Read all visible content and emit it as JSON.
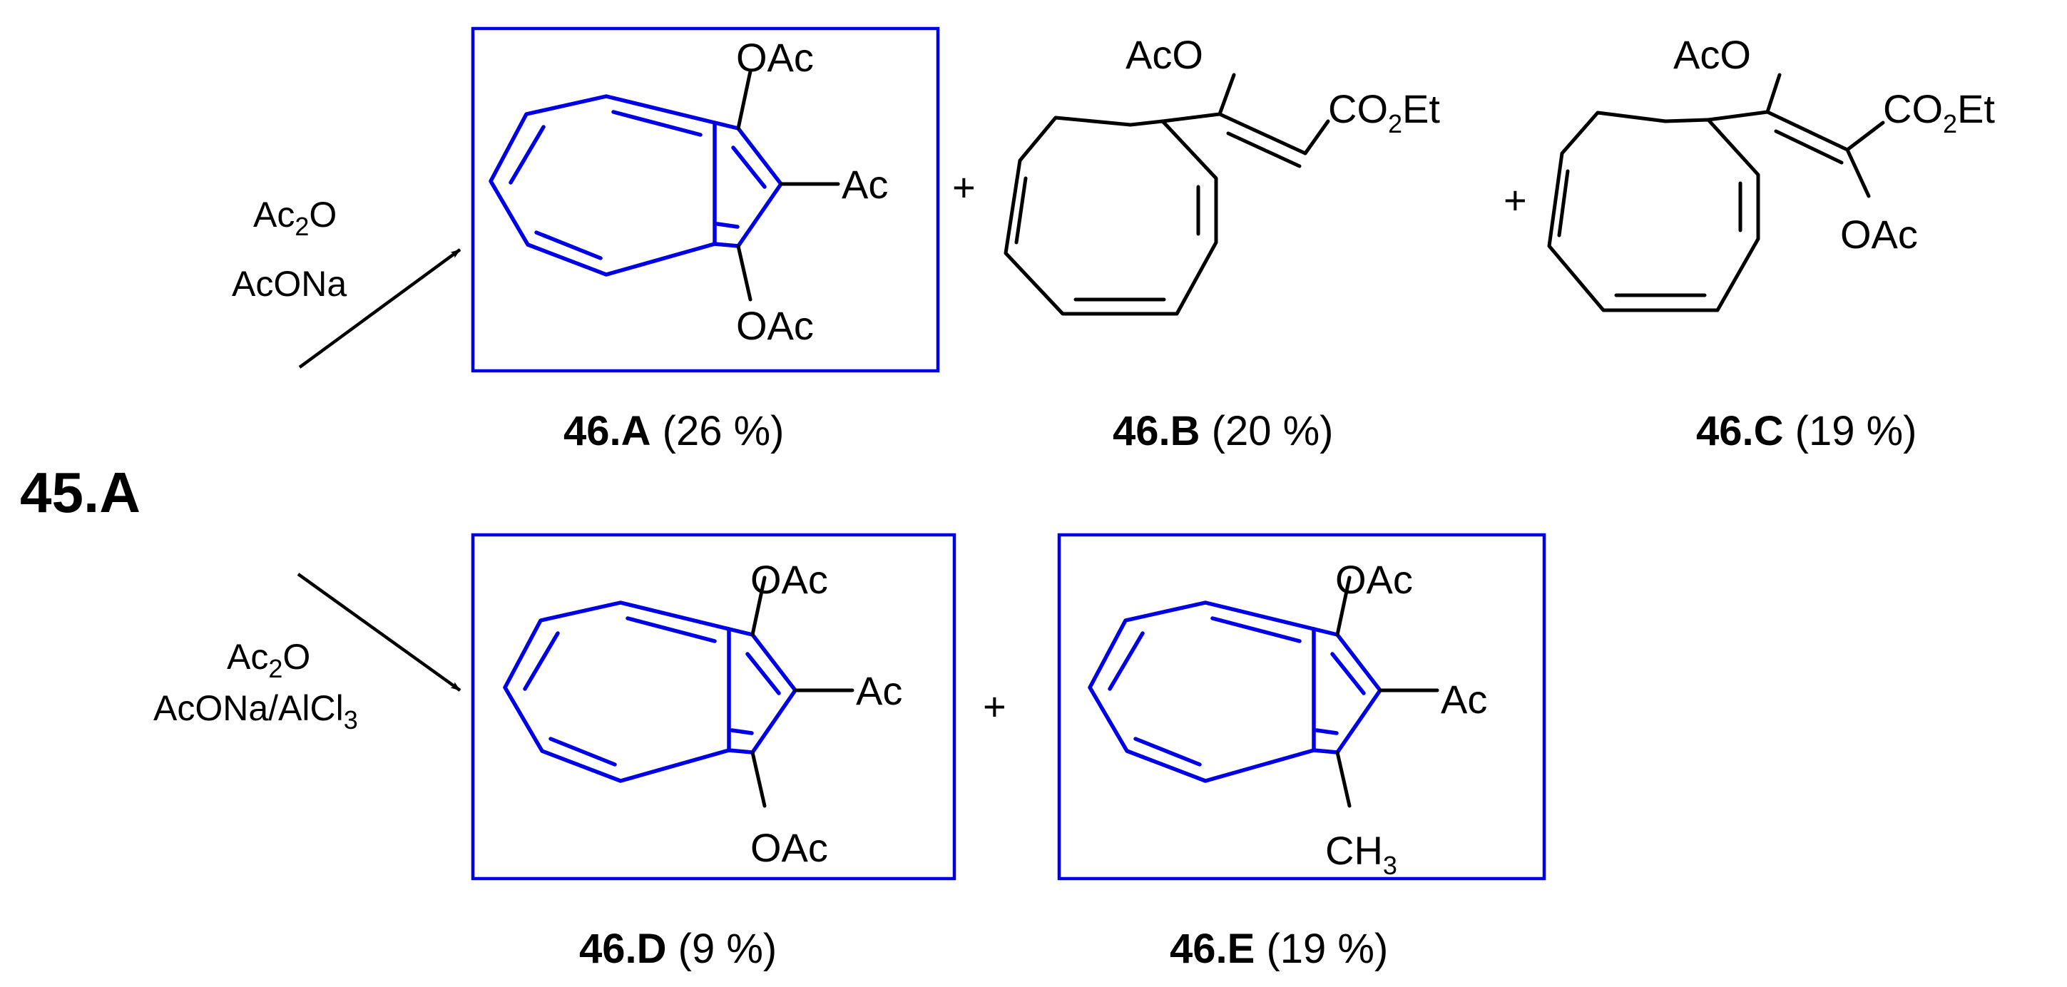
{
  "scheme": {
    "starting_material": "45.A",
    "top_reaction": {
      "reagent_1": {
        "main": "Ac",
        "sub": "2",
        "tail": "O"
      },
      "reagent_2": "AcONa"
    },
    "bottom_reaction": {
      "reagent_1": {
        "main": "Ac",
        "sub": "2",
        "tail": "O"
      },
      "reagent_2": {
        "main": "AcONa/AlCl",
        "sub": "3"
      }
    },
    "plus_sign": "+",
    "products": {
      "p46A": {
        "id": "46.A",
        "yield": "(26 %)",
        "sub_top": "OAc",
        "sub_side": "Ac",
        "sub_bottom": "OAc",
        "boxed": true
      },
      "p46B": {
        "id": "46.B",
        "yield": "(20 %)",
        "sub_top": "AcO",
        "ester": {
          "main": "CO",
          "sub": "2",
          "tail": "Et"
        },
        "boxed": false
      },
      "p46C": {
        "id": "46.C",
        "yield": "(19 %)",
        "sub_top": "AcO",
        "ester": {
          "main": "CO",
          "sub": "2",
          "tail": "Et"
        },
        "sub_bottom": "OAc",
        "boxed": false
      },
      "p46D": {
        "id": "46.D",
        "yield": "(9 %)",
        "sub_top": "OAc",
        "sub_side": "Ac",
        "sub_bottom": "OAc",
        "boxed": true
      },
      "p46E": {
        "id": "46.E",
        "yield": "(19 %)",
        "sub_top": "OAc",
        "sub_side": "Ac",
        "sub_bottom": {
          "main": "CH",
          "sub": "3"
        },
        "boxed": true
      }
    },
    "colors": {
      "highlight": "#0000e6",
      "ink": "#000000",
      "background": "#ffffff"
    }
  }
}
